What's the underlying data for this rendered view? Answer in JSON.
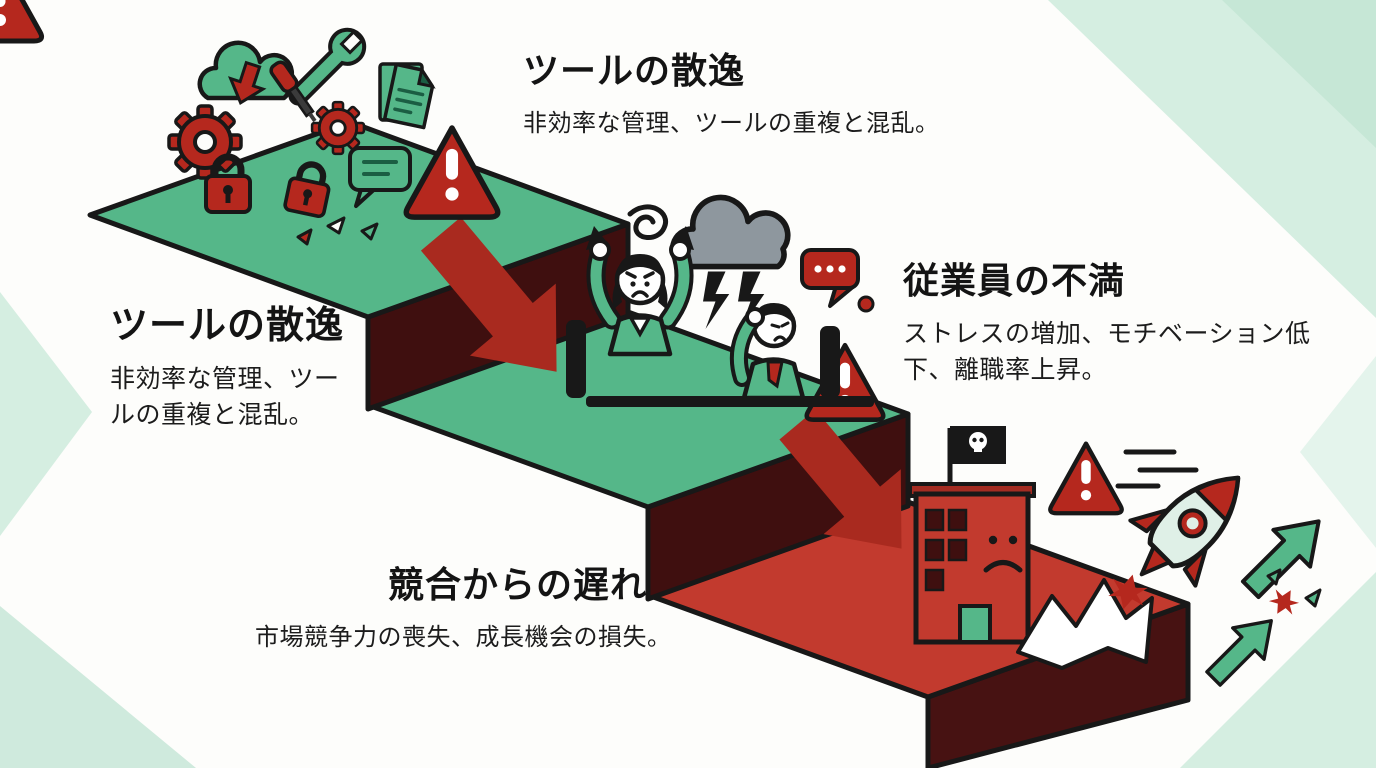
{
  "labels": {
    "top": {
      "title": "ツールの散逸",
      "desc": "非効率な管理、ツールの重複と混乱。"
    },
    "left": {
      "title": "ツールの散逸",
      "desc": "非効率な管理、ツールの重複と混乱。"
    },
    "right": {
      "title": "従業員の不満",
      "desc": "ストレスの増加、モチベーション低下、離職率上昇。"
    },
    "bottom": {
      "title": "競合からの遅れ",
      "desc": "市場競争力の喪失、成長機会の損失。"
    }
  },
  "colors": {
    "step_green": "#55b789",
    "step_red": "#c23a2e",
    "riser_dark": "#3f0f0f",
    "accent_red": "#b5281e",
    "mint_bg": "#d5eee1",
    "ink": "#181818"
  },
  "icons": {
    "step1": [
      "gear-icon",
      "cloud-sync-icon",
      "wrench-icon",
      "screwdriver-icon",
      "padlock-icon",
      "speech-bubble-icon",
      "document-icon",
      "warning-triangle-icon",
      "debris-shards"
    ],
    "step2": [
      "frustration-scribble-icon",
      "stressed-worker",
      "storm-cloud-icon",
      "lightning-icon",
      "chat-bubble-icon",
      "warning-triangle-icon",
      "desk"
    ],
    "step3": [
      "company-building",
      "black-flag-icon",
      "warning-triangle-icon",
      "rocket-icon",
      "smoke-cloud",
      "motion-lines",
      "growth-arrow-icon",
      "break-burst-icon"
    ]
  }
}
